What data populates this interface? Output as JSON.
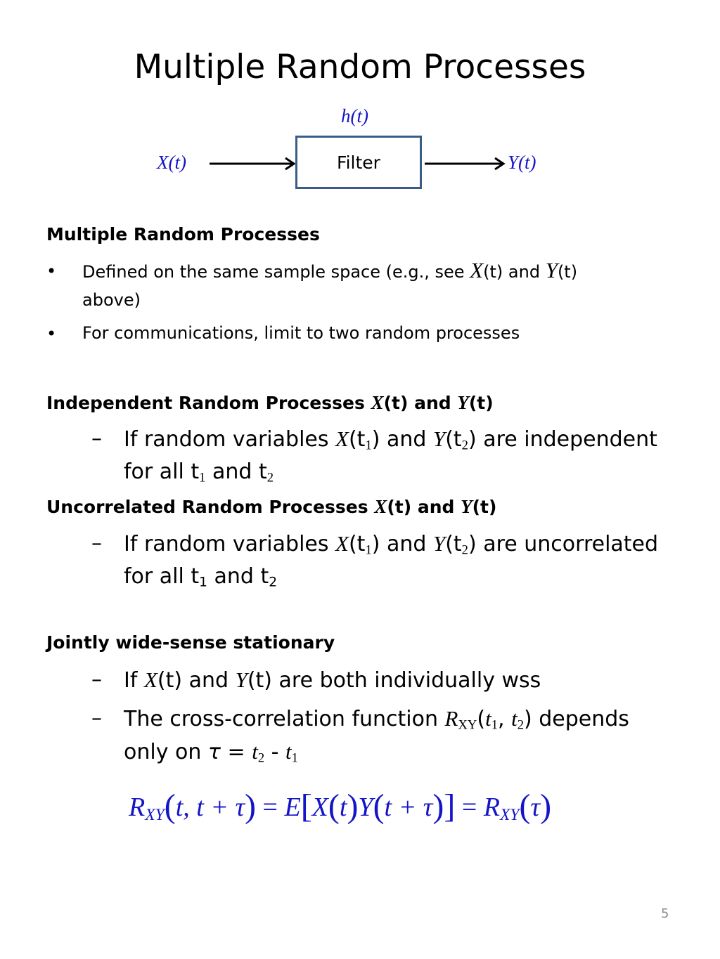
{
  "slide": {
    "title": "Multiple Random Processes",
    "page_number": "5"
  },
  "diagram": {
    "input_label": "X(t)",
    "impulse_response_label": "h(t)",
    "block_label": "Filter",
    "output_label": "Y(t)"
  },
  "sections": {
    "multiple": {
      "heading": "Multiple Random Processes",
      "bullet1_a": "Defined on the same sample space (e.g., see ",
      "bullet1_X": "X",
      "bullet1_b": "(t) and ",
      "bullet1_Y": "Y",
      "bullet1_c": "(t)",
      "bullet1_d": "above)",
      "bullet2": "For communications, limit to two random processes"
    },
    "independent": {
      "heading_a": "Independent Random Processes ",
      "heading_X": "X",
      "heading_b": "(t) and ",
      "heading_Y": "Y",
      "heading_c": "(t)",
      "l1_a": "If random variables ",
      "l1_X": "X",
      "l1_b": "(t",
      "l1_s1": "1",
      "l1_c": ") and ",
      "l1_Y": "Y",
      "l1_d": "(t",
      "l1_s2": "2",
      "l1_e": ") are independent",
      "l2_a": "for all t",
      "l2_s1": "1",
      "l2_b": " and t",
      "l2_s2": "2"
    },
    "uncorrelated": {
      "heading_a": "Uncorrelated Random Processes ",
      "heading_X": "X",
      "heading_b": "(t) and ",
      "heading_Y": "Y",
      "heading_c": "(t)",
      "l1_a": "If random variables ",
      "l1_X": "X",
      "l1_b": "(t",
      "l1_s1": "1",
      "l1_c": ") and ",
      "l1_Y": "Y",
      "l1_d": "(t",
      "l1_s2": "2",
      "l1_e": ") are uncorrelated",
      "l2_a": "for all t",
      "l2_s1": "1",
      "l2_b": " and t",
      "l2_s2": "2"
    },
    "jointly": {
      "heading": "Jointly wide-sense stationary",
      "d1_a": "If ",
      "d1_X": "X",
      "d1_b": "(t) and ",
      "d1_Y": "Y",
      "d1_c": "(t) are both individually wss",
      "d2_a": "The cross-correlation function ",
      "d2_R": "R",
      "d2_XY": "XY",
      "d2_b": "(",
      "d2_t1": "t",
      "d2_s1": "1",
      "d2_c": ", ",
      "d2_t2": "t",
      "d2_s2": "2",
      "d2_d": ") depends",
      "d3_a": "only on ",
      "d3_tau": "τ",
      "d3_b": " = ",
      "d3_t2": "t",
      "d3_s2": "2",
      "d3_c": " - ",
      "d3_t1": "t",
      "d3_s1": "1"
    }
  },
  "equation": {
    "R1": "R",
    "sub1": "XY",
    "lp1": "(",
    "args1": "t, t + τ",
    "rp1": ")",
    "eq1": " = ",
    "E": "E",
    "lb": "[",
    "X": "X",
    "lp2": "(",
    "t1": "t",
    "rp2": ")",
    "Y": "Y",
    "lp3": "(",
    "args3": "t + τ",
    "rp3": ")",
    "rb": "]",
    "eq2": " = ",
    "R2": "R",
    "sub2": "XY",
    "lp4": "(",
    "tau": "τ",
    "rp4": ")"
  },
  "colors": {
    "math_blue": "#1515c8",
    "box_border": "#395e86",
    "page_number_gray": "#8a8a8a"
  }
}
